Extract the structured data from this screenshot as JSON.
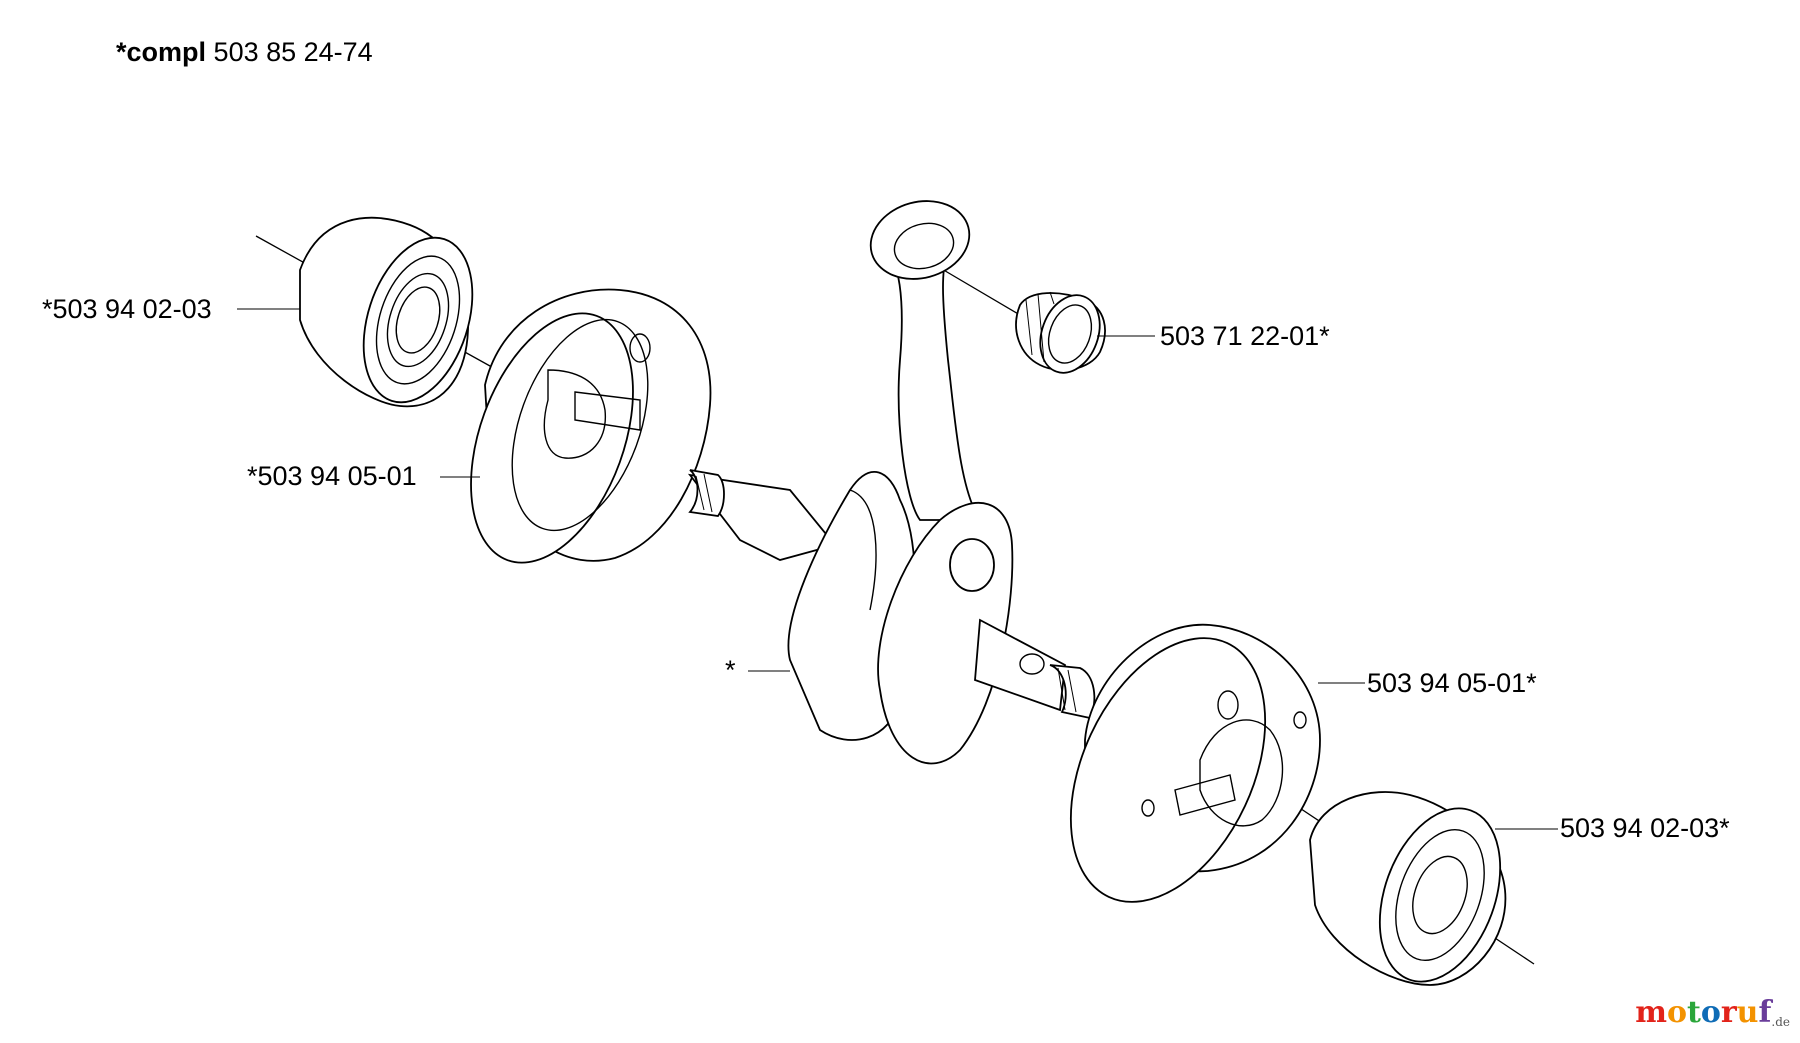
{
  "header": {
    "prefix": "*compl",
    "part_number": "503 85 24-74"
  },
  "labels": {
    "bearing_left": "*503 94 02-03",
    "needle_bearing": "503 71 22-01*",
    "flywheel_half_left": "*503 94 05-01",
    "crankshaft": "*",
    "flywheel_half_right": "503 94 05-01*",
    "bearing_right": "503 94 02-03*"
  },
  "watermark": {
    "letters": [
      {
        "ch": "m",
        "color": "#e2231a"
      },
      {
        "ch": "o",
        "color": "#f39200"
      },
      {
        "ch": "t",
        "color": "#2aa63a"
      },
      {
        "ch": "o",
        "color": "#0f6cb6"
      },
      {
        "ch": "r",
        "color": "#e2231a"
      },
      {
        "ch": "u",
        "color": "#f39200"
      },
      {
        "ch": "f",
        "color": "#6a3d9a"
      }
    ],
    "tld": ".de"
  }
}
